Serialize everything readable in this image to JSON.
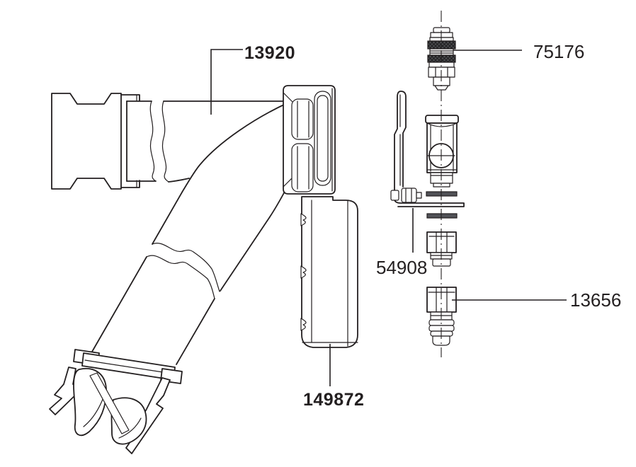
{
  "drawing": {
    "type": "exploded-parts-diagram",
    "background_color": "#ffffff",
    "line_color": "#231f20",
    "knurl_color": "#4c4c4f",
    "washer_color": "#515257",
    "labels": [
      {
        "part": "13920",
        "bold": true,
        "points_to": "hose-tube"
      },
      {
        "part": "75176",
        "bold": false,
        "points_to": "quick-coupler"
      },
      {
        "part": "54908",
        "bold": false,
        "points_to": "clip-bracket"
      },
      {
        "part": "13656",
        "bold": false,
        "points_to": "barb-fitting"
      },
      {
        "part": "149872",
        "bold": true,
        "points_to": "grip-handle"
      }
    ]
  }
}
